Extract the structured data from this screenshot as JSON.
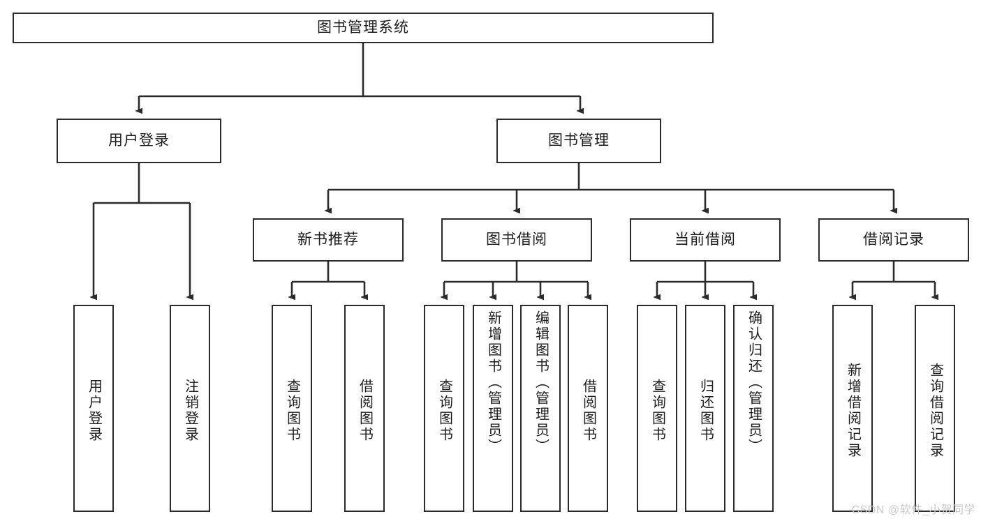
{
  "diagram": {
    "title": "图书管理系统",
    "type": "tree",
    "colors": {
      "box_border": "#2b2b2b",
      "box_fill": "#ffffff",
      "connector": "#2b2b2b",
      "text": "#1d1d1d",
      "watermark": "#c9c9c9"
    },
    "root": {
      "label": "图书管理系统"
    },
    "level2": [
      {
        "label": "用户登录"
      },
      {
        "label": "图书管理"
      }
    ],
    "level3": [
      {
        "label": "新书推荐"
      },
      {
        "label": "图书借阅"
      },
      {
        "label": "当前借阅"
      },
      {
        "label": "借阅记录"
      }
    ],
    "leaves": {
      "user_login": [
        {
          "label": "用户登录"
        },
        {
          "label": "注销登录"
        }
      ],
      "new_book_recommend": [
        {
          "label": "查询图书"
        },
        {
          "label": "借阅图书"
        }
      ],
      "book_borrow": [
        {
          "label": "查询图书"
        },
        {
          "label": "新增图书（管理员）"
        },
        {
          "label": "编辑图书（管理员）"
        },
        {
          "label": "借阅图书"
        }
      ],
      "current_borrow": [
        {
          "label": "查询图书"
        },
        {
          "label": "归还图书"
        },
        {
          "label": "确认归还（管理员）"
        }
      ],
      "borrow_record": [
        {
          "label": "新增借阅记录"
        },
        {
          "label": "查询借阅记录"
        }
      ]
    }
  },
  "watermark": {
    "text": "CSDN @软件_小贺同学"
  }
}
